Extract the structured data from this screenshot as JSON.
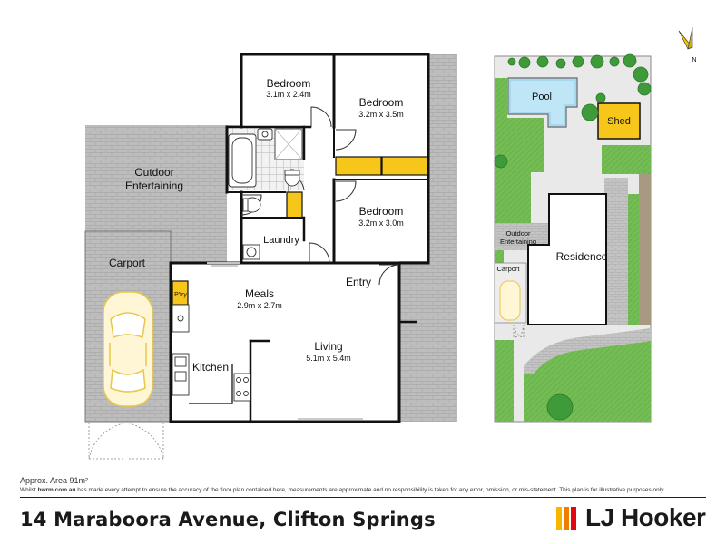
{
  "floorplan": {
    "rooms": {
      "bedroom1": {
        "name": "Bedroom",
        "size": "3.1m x 2.4m"
      },
      "bedroom2": {
        "name": "Bedroom",
        "size": "3.2m x 3.5m"
      },
      "bedroom3": {
        "name": "Bedroom",
        "size": "3.2m x 3.0m"
      },
      "outdoor": {
        "line1": "Outdoor",
        "line2": "Entertaining"
      },
      "carport": {
        "name": "Carport"
      },
      "laundry": {
        "name": "Laundry"
      },
      "meals": {
        "name": "Meals",
        "size": "2.9m x 2.7m"
      },
      "entry": {
        "name": "Entry"
      },
      "living": {
        "name": "Living",
        "size": "5.1m x 5.4m"
      },
      "kitchen": {
        "name": "Kitchen"
      },
      "pantry": {
        "name": "P'try"
      }
    }
  },
  "siteplan": {
    "labels": {
      "pool": "Pool",
      "shed": "Shed",
      "residence": "Residence",
      "outdoor_line1": "Outdoor",
      "outdoor_line2": "Entertaining",
      "carport": "Carport",
      "north": "N"
    }
  },
  "footer": {
    "area": "Approx. Area 91m²",
    "disclaimer_prefix": "Whilst ",
    "disclaimer_brand": "bwrm.com.au",
    "disclaimer_rest": " has made every attempt to ensure the accuracy of the floor plan contained here, measurements are approximate and no responsibility is taken for any error, omission, or mis-statement. This plan is for illustrative purposes only.",
    "address": "14 Maraboora Avenue, Clifton Springs",
    "brand": "LJ Hooker"
  },
  "colors": {
    "brick": "#bdbdbd",
    "wall": "#111111",
    "yellow": "#f7c61b",
    "lawn": "#7cc15c",
    "pool": "#bfe6f7",
    "logo_bars": [
      "#f7b500",
      "#ef7d00",
      "#e30613"
    ]
  }
}
